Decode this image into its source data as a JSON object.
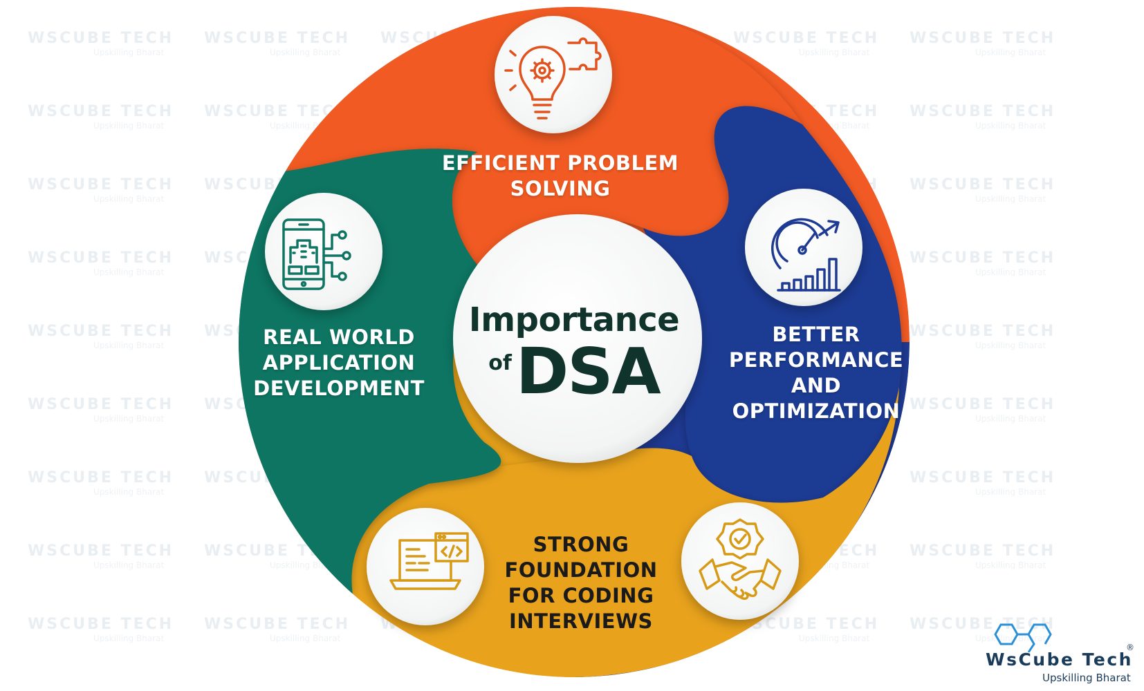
{
  "title": {
    "line1": "Importance",
    "of": "of",
    "main": "DSA"
  },
  "segments": [
    {
      "id": "efficient-problem-solving",
      "label": "EFFICIENT PROBLEM\nSOLVING",
      "color": "#f15a24",
      "icon": "lightbulb-gear-puzzle-icon"
    },
    {
      "id": "better-performance",
      "label": "BETTER\nPERFORMANCE\nAND\nOPTIMIZATION",
      "color": "#1f3a93",
      "icon": "speedometer-growth-chart-icon"
    },
    {
      "id": "strong-foundation",
      "label": "STRONG\nFOUNDATION\nFOR CODING\nINTERVIEWS",
      "color": "#e8a21a",
      "icon": "handshake-badge-icon"
    },
    {
      "id": "real-world-application",
      "label": "REAL WORLD\nAPPLICATION\nDEVELOPMENT",
      "color": "#0f7462",
      "icon": "mobile-app-building-icon"
    }
  ],
  "extra_icons": [
    "laptop-code-icon"
  ],
  "brand": {
    "name_part1": "WsCube",
    "name_part2": "Tech",
    "tagline": "Upskilling Bharat",
    "registered": "®",
    "color": "#1b3b5a",
    "accent": "#2a8fd6"
  },
  "watermark": {
    "text": "WSCUBE TECH",
    "sub": "Upskilling Bharat",
    "color": "#e9eef2"
  },
  "icon_outline_colors": {
    "orange": "#e0531f",
    "navy": "#1f3a93",
    "gold": "#d79a16",
    "teal": "#0f7462"
  }
}
